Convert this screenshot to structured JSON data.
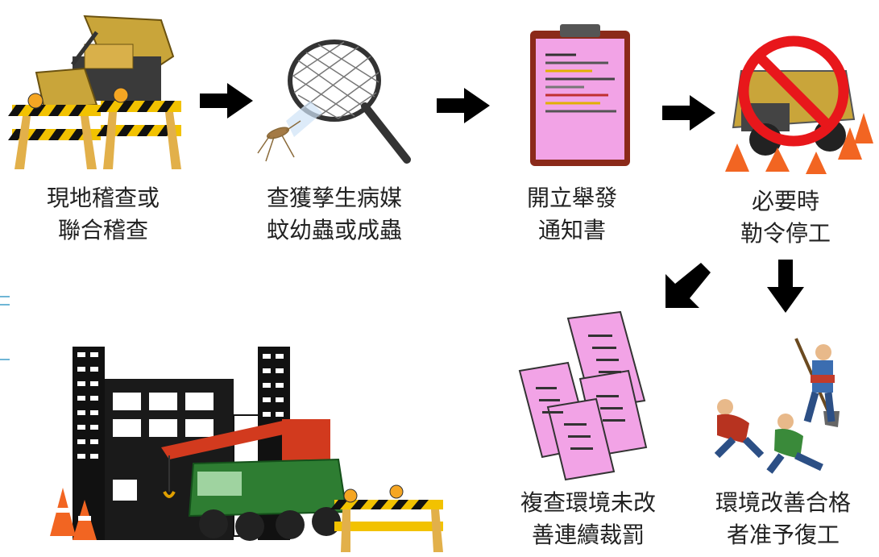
{
  "steps": [
    {
      "line1": "現地稽查或",
      "line2": "聯合稽查",
      "icon": "bulldozer-barricade-icon"
    },
    {
      "line1": "查獲孳生病媒",
      "line2": "蚊幼蟲或成蟲",
      "icon": "bug-net-mosquito-icon"
    },
    {
      "line1": "開立舉發",
      "line2": "通知書",
      "icon": "clipboard-notice-icon"
    },
    {
      "line1": "必要時",
      "line2": "勒令停工",
      "icon": "no-truck-icon"
    },
    {
      "line1": "複查環境未改",
      "line2": "善連續裁罰",
      "icon": "penalty-documents-icon"
    },
    {
      "line1": "環境改善合格",
      "line2": "者准予復工",
      "icon": "workers-resume-icon"
    }
  ],
  "scene_icon": "construction-site-crane-icon",
  "colors": {
    "arrow": "#000000",
    "no_sign": "#e8171b",
    "paper_pink": "#f2a3e6",
    "cone_orange": "#f26522"
  }
}
